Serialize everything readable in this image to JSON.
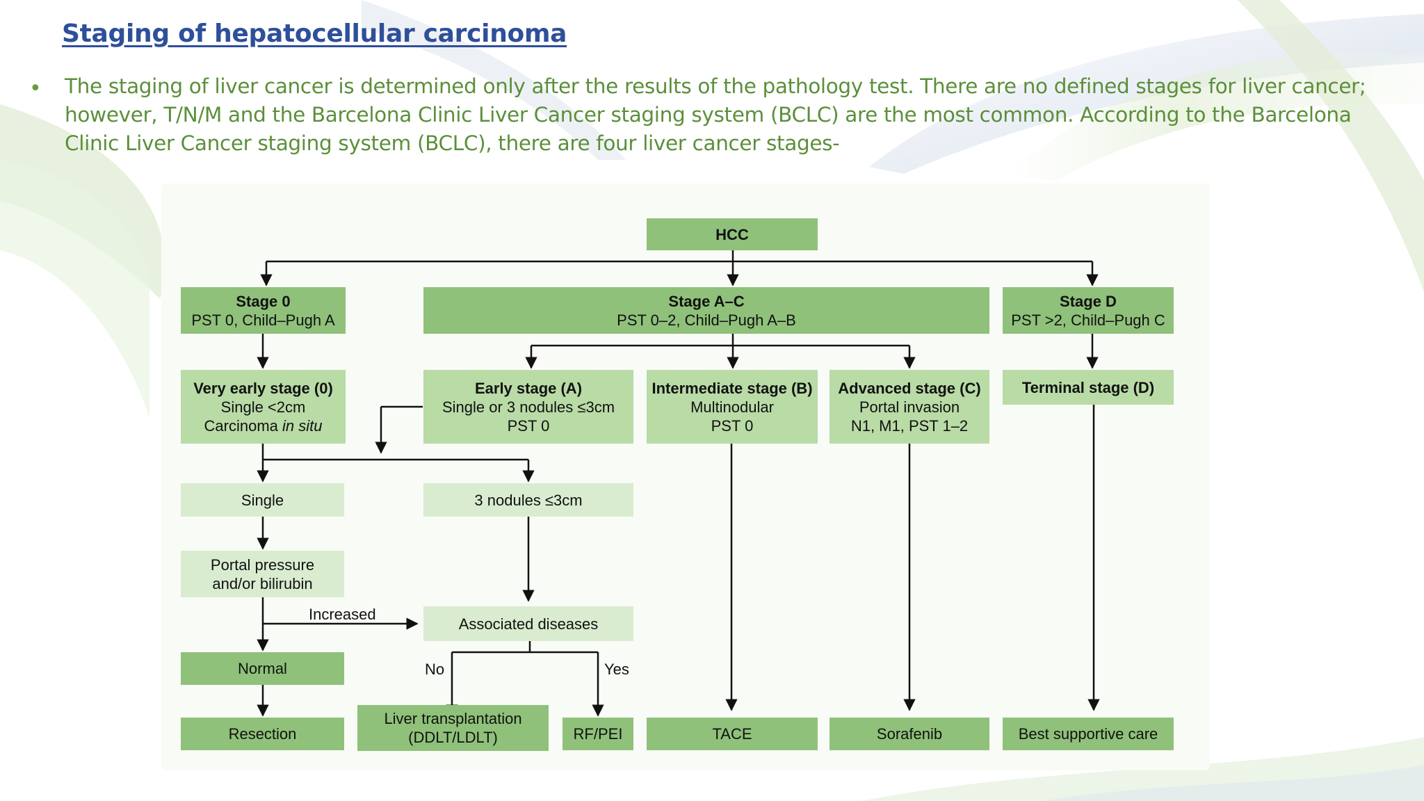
{
  "slide": {
    "title": "Staging of hepatocellular carcinoma",
    "bullet": "•",
    "body": "The staging of liver cancer is determined only after the results of the pathology test. There are no defined stages for liver cancer; however, T/N/M and the Barcelona Clinic Liver Cancer staging system (BCLC) are the most common. According to the Barcelona Clinic Liver Cancer staging system (BCLC), there are four liver cancer stages-"
  },
  "colors": {
    "title": "#2e4f9a",
    "body": "#5b8f3a",
    "box_dark": "#8fc17a",
    "box_mid": "#b9dba6",
    "box_light": "#d9ecd0",
    "line": "#111111"
  },
  "diagram": {
    "hcc": "HCC",
    "stage0": {
      "title": "Stage 0",
      "sub": "PST 0, Child–Pugh A"
    },
    "stageAC": {
      "title": "Stage A–C",
      "sub": "PST 0–2, Child–Pugh A–B"
    },
    "stageD": {
      "title": "Stage D",
      "sub": "PST >2, Child–Pugh C"
    },
    "very_early": {
      "title": "Very early stage (0)",
      "line1": "Single <2cm",
      "line2_a": "Carcinoma ",
      "line2_b": "in situ"
    },
    "early": {
      "title": "Early stage (A)",
      "line1": "Single or 3 nodules ≤3cm",
      "line2": "PST 0"
    },
    "intermediate": {
      "title": "Intermediate stage (B)",
      "line1": "Multinodular",
      "line2": "PST 0"
    },
    "advanced": {
      "title": "Advanced stage (C)",
      "line1": "Portal invasion",
      "line2": "N1, M1, PST 1–2"
    },
    "terminal": {
      "title": "Terminal stage (D)"
    },
    "single": "Single",
    "three_nodules": "3 nodules ≤3cm",
    "portal_pressure": {
      "line1": "Portal pressure",
      "line2": "and/or bilirubin"
    },
    "increased": "Increased",
    "associated": "Associated diseases",
    "normal": "Normal",
    "no": "No",
    "yes": "Yes",
    "resection": "Resection",
    "liver_tx": {
      "line1": "Liver transplantation",
      "line2": "(DDLT/LDLT)"
    },
    "rfpei": "RF/PEI",
    "tace": "TACE",
    "sorafenib": "Sorafenib",
    "bsc": "Best supportive care"
  }
}
